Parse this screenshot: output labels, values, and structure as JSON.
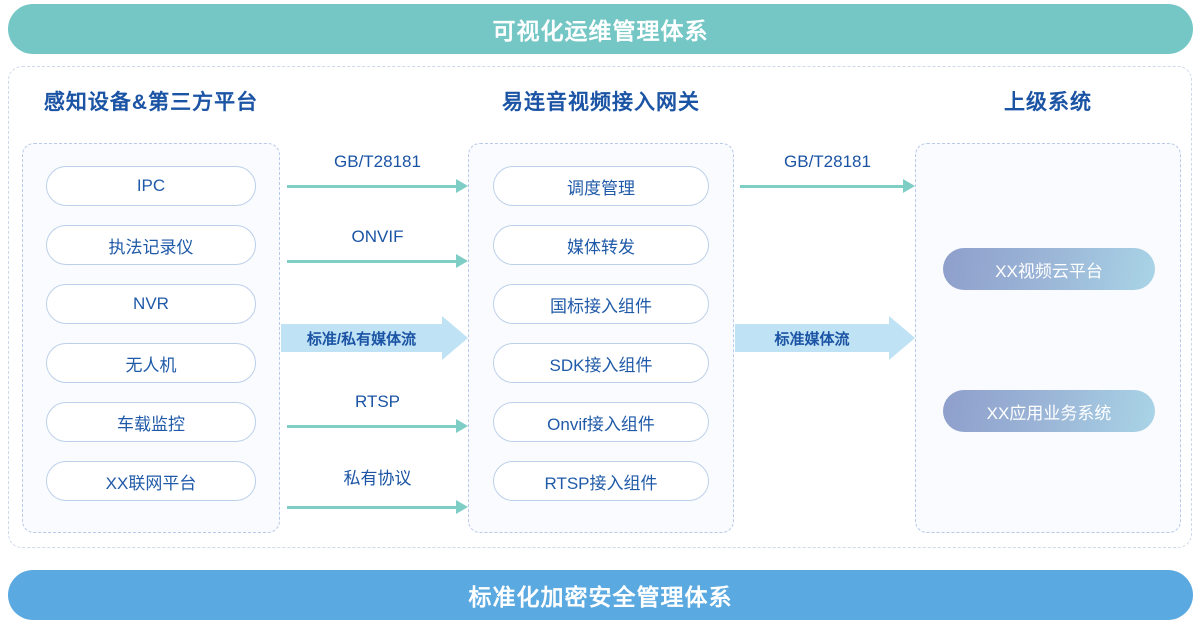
{
  "banners": {
    "top": "可视化运维管理体系",
    "bottom": "标准化加密安全管理体系",
    "top_color": "#74c7c5",
    "bottom_color": "#5aa9e0"
  },
  "columns": {
    "left": {
      "title": "感知设备&第三方平台",
      "items": [
        {
          "label": "IPC"
        },
        {
          "label": "执法记录仪"
        },
        {
          "label": "NVR"
        },
        {
          "label": "无人机"
        },
        {
          "label": "车载监控"
        },
        {
          "label": "XX联网平台"
        }
      ]
    },
    "middle": {
      "title": "易连音视频接入网关",
      "items": [
        {
          "label": "调度管理"
        },
        {
          "label": "媒体转发"
        },
        {
          "label": "国标接入组件"
        },
        {
          "label": "SDK接入组件"
        },
        {
          "label": "Onvif接入组件"
        },
        {
          "label": "RTSP接入组件"
        }
      ]
    },
    "right": {
      "title": "上级系统",
      "items": [
        {
          "label": "XX视频云平台"
        },
        {
          "label": "XX应用业务系统"
        }
      ]
    }
  },
  "connectors": {
    "left_to_middle": {
      "thin": [
        {
          "label": "GB/T28181"
        },
        {
          "label": "ONVIF"
        },
        {
          "label": "RTSP"
        },
        {
          "label": "私有协议"
        }
      ],
      "block": [
        {
          "label": "标准/私有媒体流"
        }
      ]
    },
    "middle_to_right": {
      "thin": [
        {
          "label": "GB/T28181"
        }
      ],
      "block": [
        {
          "label": "标准媒体流"
        }
      ]
    },
    "thin_arrow_color": "#7fcec5",
    "block_arrow_color": "#bfe2f5",
    "label_color": "#1b54a4"
  }
}
